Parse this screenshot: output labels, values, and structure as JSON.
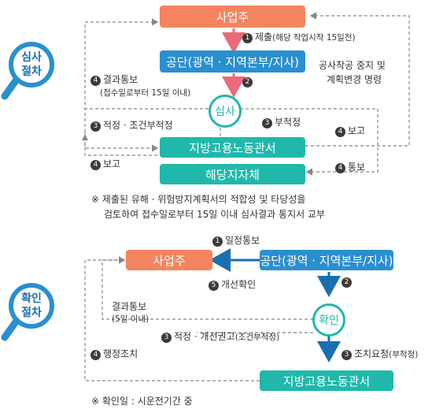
{
  "section1": {
    "lens_label_line1": "심사",
    "lens_label_line2": "절차",
    "employer": "사업주",
    "agency": "공단(광역 · 지역본부/지사)",
    "review": "심사",
    "labor_office": "지방고용노동관서",
    "local_gov": "해당지자체",
    "step1_label": "제출",
    "step1_note": "(해당 작업시작 15일전)",
    "result_notice": "결과통보",
    "result_notice_note": "(접수일로부터 15일 이내)",
    "stop_order": "공사착공 중지 및",
    "plan_change": "계획변경 명령",
    "step3_suitable": "적정 · 조건부적정",
    "step3_unsuitable": "부적정",
    "step4_report": "보고",
    "step4_report_right": "보고",
    "step4_notify": "통보",
    "footnote_line1": "※  제출된 유해 · 위험방지계획서의 적합성 및 타당성을",
    "footnote_line2": "검토하여 접수일로부터 15일 이내 심사결과 통지서 교부"
  },
  "section2": {
    "lens_label_line1": "확인",
    "lens_label_line2": "절차",
    "schedule_notice": "일정통보",
    "employer": "사업주",
    "agency": "공단(광역 · 지역본부/지사)",
    "improvement_check": "개선확인",
    "confirm": "확인",
    "result_notice": "결과통보",
    "result_notice_note": "(5일 이내)",
    "step3_label": "적정 · 개선권고",
    "step3_note": "(조건부적정)",
    "step3_action": "조치요청",
    "step3_action_note": "(부적정)",
    "step4_label": "행정조치",
    "labor_office": "지방고용노동관서",
    "footnote": "※  확인일 : 시운전기간 중"
  },
  "numbers": [
    "1",
    "2",
    "3",
    "4",
    "5"
  ],
  "colors": {
    "orange": "#f4845f",
    "blue": "#2a8fcf",
    "teal": "#20b8ab",
    "pink_arrow": "#e96a7a",
    "dark_blue": "#1a6fb0",
    "dash": "#888888"
  }
}
